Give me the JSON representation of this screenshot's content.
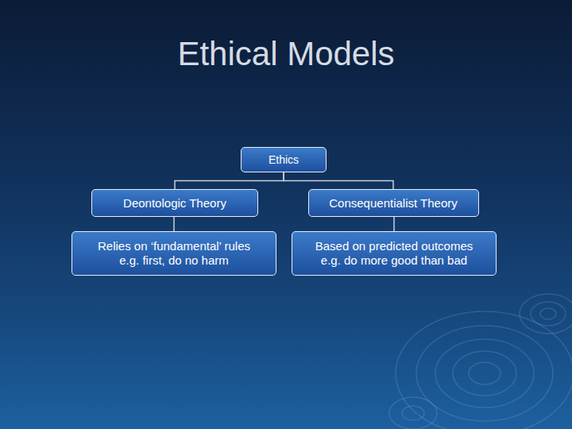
{
  "diagram": {
    "title": "Ethical Models",
    "nodes": [
      {
        "text": [
          "Ethics"
        ]
      },
      {
        "text": [
          "Deontologic Theory"
        ]
      },
      {
        "text": [
          "Consequentialist Theory"
        ]
      },
      {
        "text": [
          "Relies on ‘fundamental’ rules",
          "e.g. first, do no harm"
        ]
      },
      {
        "text": [
          "Based on predicted outcomes",
          "e.g. do more good than bad"
        ]
      }
    ],
    "edges": [
      {
        "from": 0,
        "to": 1,
        "arrow": "none"
      },
      {
        "from": 0,
        "to": 2,
        "arrow": "none"
      },
      {
        "from": 1,
        "to": 3,
        "arrow": "none"
      },
      {
        "from": 2,
        "to": 4,
        "arrow": "none"
      }
    ]
  }
}
